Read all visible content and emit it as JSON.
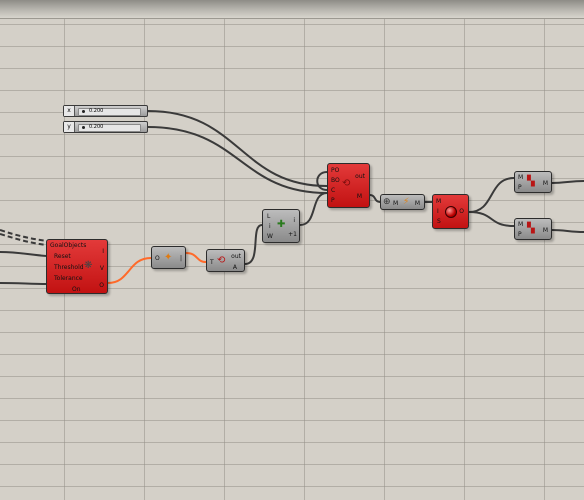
{
  "sliders": [
    {
      "name": "x",
      "value": "0.200"
    },
    {
      "name": "y",
      "value": "0.200"
    }
  ],
  "solver": {
    "inputs": [
      "GoalObjects",
      "Reset",
      "Threshold",
      "Tolerance",
      "On"
    ],
    "outputs": [
      "I",
      "V",
      "O"
    ]
  },
  "deconstruct_plane": {
    "inputs": [
      "O"
    ],
    "output_marker": "|"
  },
  "move": {
    "inputs": [
      "T"
    ],
    "outputs": [
      "out",
      "A"
    ]
  },
  "list_item": {
    "inputs": [
      "L",
      "i",
      "W"
    ],
    "outputs": [
      "i",
      "+1"
    ]
  },
  "galapagos": {
    "inputs": [
      "PO",
      "BO",
      "C",
      "P"
    ],
    "outputs": [
      "out",
      "M"
    ]
  },
  "flatten": {
    "inputs": [
      "M"
    ],
    "outputs": [
      "M"
    ]
  },
  "graph_mapper": {
    "inputs": [
      "M",
      "I",
      "S"
    ],
    "outputs": [
      "O"
    ]
  },
  "preview_top": {
    "inputs": [
      "M",
      "P"
    ],
    "outputs": [
      "M"
    ]
  },
  "preview_bottom": {
    "inputs": [
      "M",
      "P"
    ],
    "outputs": [
      "M"
    ]
  },
  "colors": {
    "canvas": "#d4d0c8",
    "component_red": "#d42020",
    "component_grey": "#a8a8a8",
    "wire": "#3a3a3a",
    "wire_active": "#ff6a2a"
  },
  "icons": {
    "solver": "kangaroo-solver-icon",
    "deconstruct_plane": "deconstruct-plane-icon",
    "move": "move-icon",
    "list_item": "list-item-icon",
    "galapagos": "galapagos-icon",
    "flatten": "flatten-icon",
    "graph_mapper": "sphere-icon",
    "preview": "custom-preview-icon"
  }
}
